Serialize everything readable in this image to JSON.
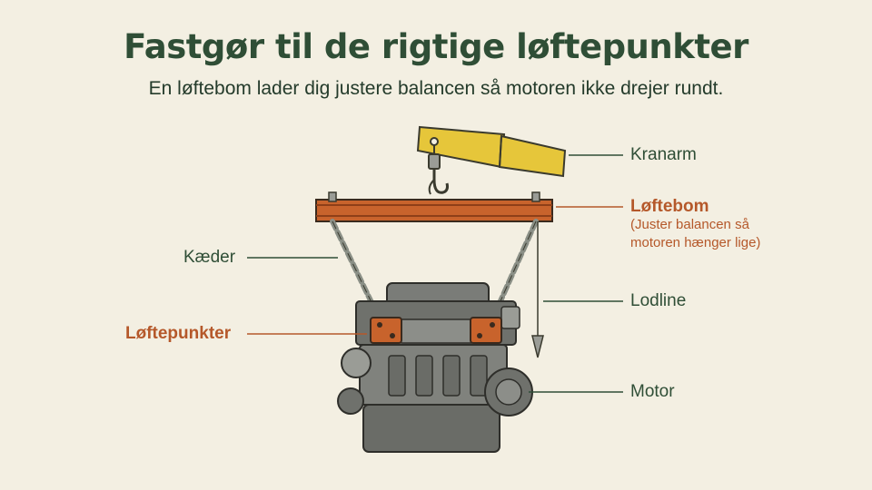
{
  "header": {
    "title": "Fastgør til de rigtige løftepunkter",
    "subtitle": "En løftebom lader dig justere balancen så motoren ikke drejer rundt."
  },
  "labels": {
    "kranarm": "Kranarm",
    "loftebom": "Løftebom",
    "loftebom_note_1": "(Juster balancen så",
    "loftebom_note_2": "motoren hænger lige)",
    "kaeder": "Kæder",
    "lodline": "Lodline",
    "loftepunkter": "Løftepunkter",
    "motor": "Motor"
  },
  "colors": {
    "background": "#f3efe2",
    "heading": "#2f4e36",
    "accent": "#b5582a",
    "crane_arm": "#e6c63a",
    "beam": "#c8632c",
    "engine": "#7a7c78",
    "chain": "#8a8f86"
  }
}
